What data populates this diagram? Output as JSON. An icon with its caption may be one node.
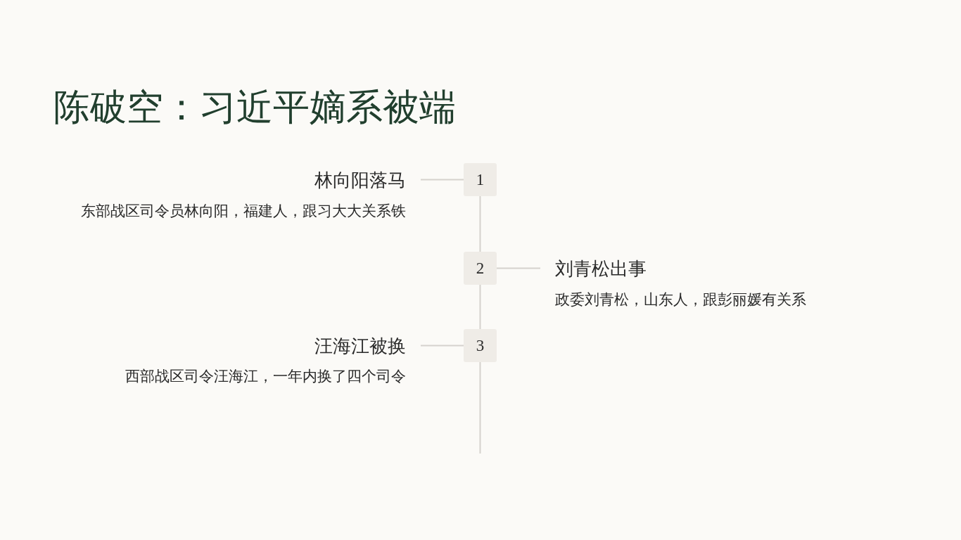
{
  "diagram": {
    "title": "陈破空：习近平嫡系被端",
    "nodes": [
      {
        "text": [
          "林向阳落马",
          "东部战区司令员林向阳，福建人，跟习大大关系铁"
        ]
      },
      {
        "text": [
          "1"
        ]
      },
      {
        "text": [
          "2"
        ]
      },
      {
        "text": [
          "刘青松出事",
          "政委刘青松，山东人，跟彭丽媛有关系"
        ]
      },
      {
        "text": [
          "汪海江被换",
          "西部战区司令汪海江，一年内换了四个司令"
        ]
      },
      {
        "text": [
          "3"
        ]
      }
    ],
    "edges": [
      {
        "from": 1,
        "to": 0,
        "arrow": "none"
      },
      {
        "from": 1,
        "to": 2,
        "arrow": "none"
      },
      {
        "from": 2,
        "to": 3,
        "arrow": "none"
      },
      {
        "from": 2,
        "to": 5,
        "arrow": "none"
      },
      {
        "from": 5,
        "to": 4,
        "arrow": "none"
      },
      {
        "from": 5,
        "to": null,
        "arrow": "none"
      }
    ]
  }
}
